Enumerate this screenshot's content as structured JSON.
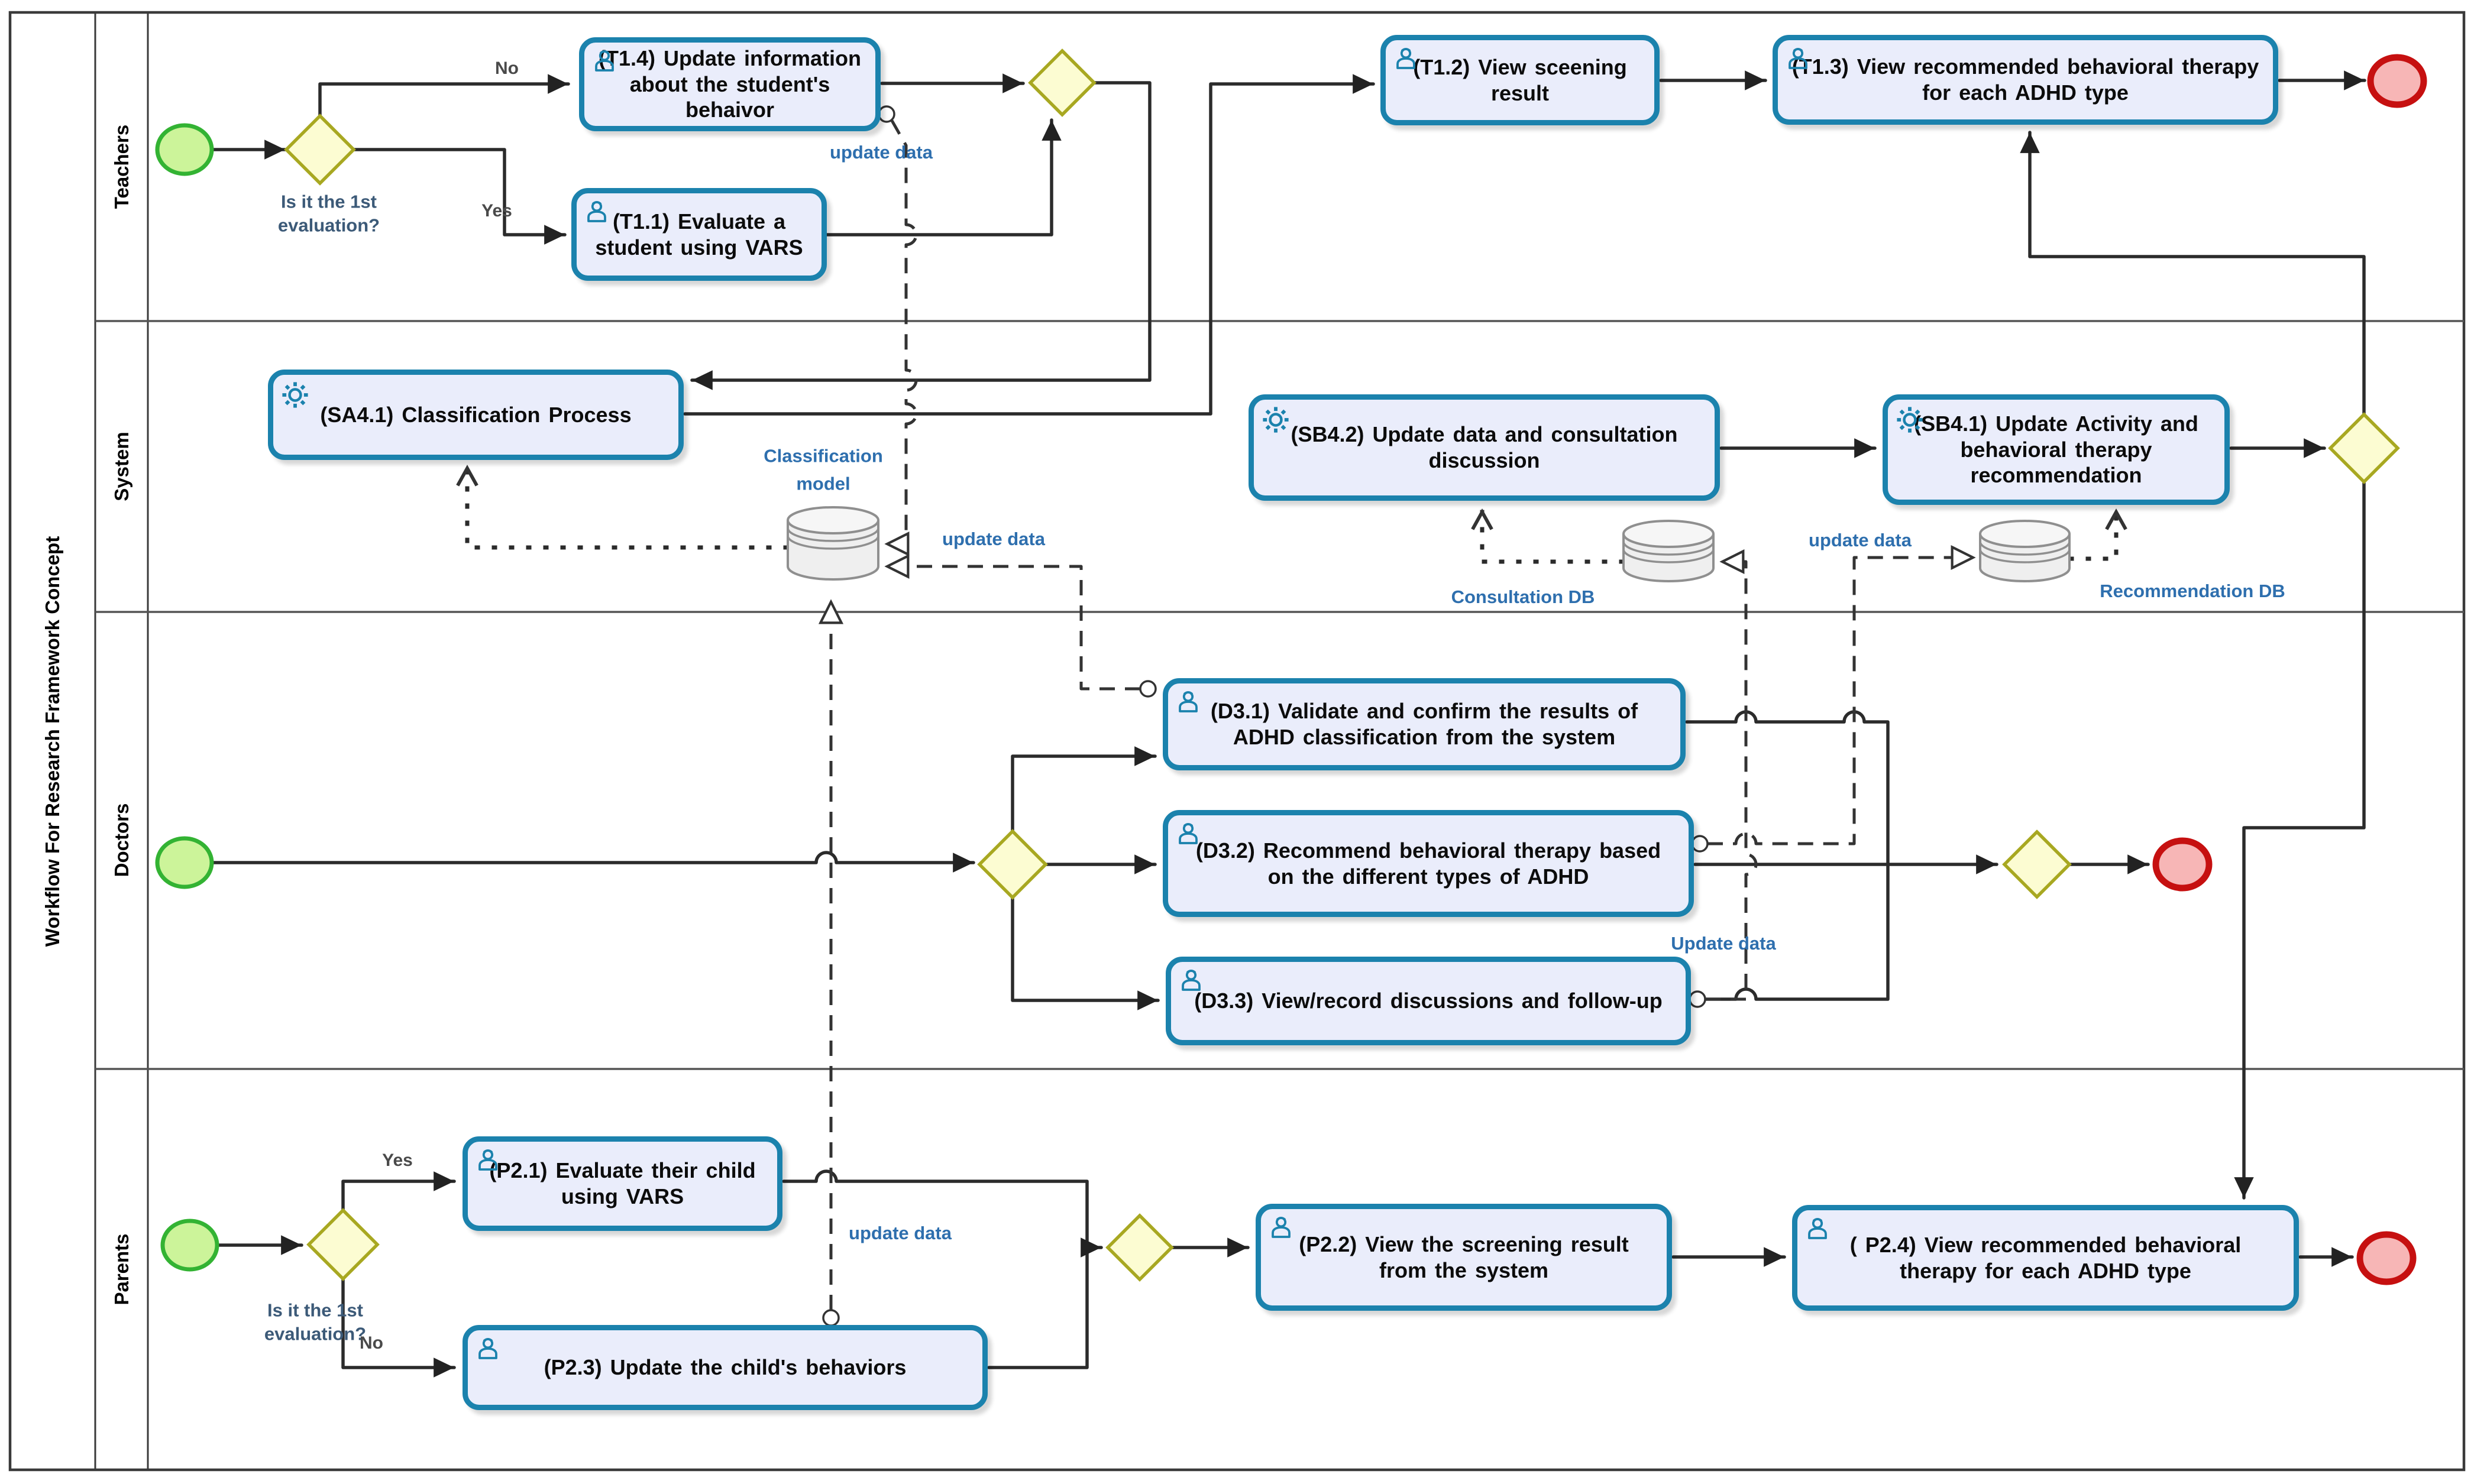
{
  "pool": {
    "title": "Workflow For Research Framework Concept"
  },
  "lanes": [
    {
      "label": "Teachers"
    },
    {
      "label": "System"
    },
    {
      "label": "Doctors"
    },
    {
      "label": "Parents"
    }
  ],
  "tasks": {
    "t14": {
      "label": "(T1.4) Update information about the student's behaivor"
    },
    "t11": {
      "label": "(T1.1) Evaluate a student using VARS"
    },
    "t12": {
      "label": "(T1.2) View sceening result"
    },
    "t13": {
      "label": "(T1.3) View recommended behavioral therapy for each ADHD type"
    },
    "sa41": {
      "label": "(SA4.1) Classification Process"
    },
    "sb42": {
      "label": "(SB4.2) Update data and consultation discussion"
    },
    "sb41": {
      "label": "(SB4.1) Update Activity and behavioral therapy recommendation"
    },
    "d31": {
      "label": "(D3.1) Validate and confirm the results of ADHD classification from the system"
    },
    "d32": {
      "label": "(D3.2) Recommend behavioral therapy based on the different types of ADHD"
    },
    "d33": {
      "label": "(D3.3) View/record discussions and follow-up"
    },
    "p21": {
      "label": "(P2.1)  Evaluate their child using VARS"
    },
    "p23": {
      "label": "(P2.3) Update the child's behaviors"
    },
    "p22": {
      "label": "(P2.2) View the screening result from the system"
    },
    "p24": {
      "label": "( P2.4) View recommended behavioral therapy for each ADHD type"
    }
  },
  "gateways": {
    "teachers_split": {
      "question": "Is it the 1st evaluation?"
    },
    "parents_split": {
      "question": "Is it the 1st evaluation?"
    }
  },
  "edge_labels": {
    "teachers_no": "No",
    "teachers_yes": "Yes",
    "parents_yes": "Yes",
    "parents_no": "No",
    "teachers_update": "update data",
    "system_update": "update data",
    "recommendation_update": "update data",
    "doctors_update": "Update data",
    "parents_update": "update data"
  },
  "datastores": {
    "classification": {
      "label": "Classification model"
    },
    "consultation": {
      "label": "Consultation DB"
    },
    "recommendation": {
      "label": "Recommendation DB"
    }
  },
  "colors": {
    "task_fill": "#eaedfb",
    "task_border": "#1b82ad",
    "gateway_fill": "#fcfcd2",
    "gateway_border": "#a8a821",
    "start_fill": "#ccf49a",
    "start_border": "#33b333",
    "end_fill": "#f7b6b6",
    "end_border": "#c61010",
    "datastore_fill": "#efefef",
    "label_blue": "#2e6fae",
    "flow_line": "#2b2b2b"
  }
}
